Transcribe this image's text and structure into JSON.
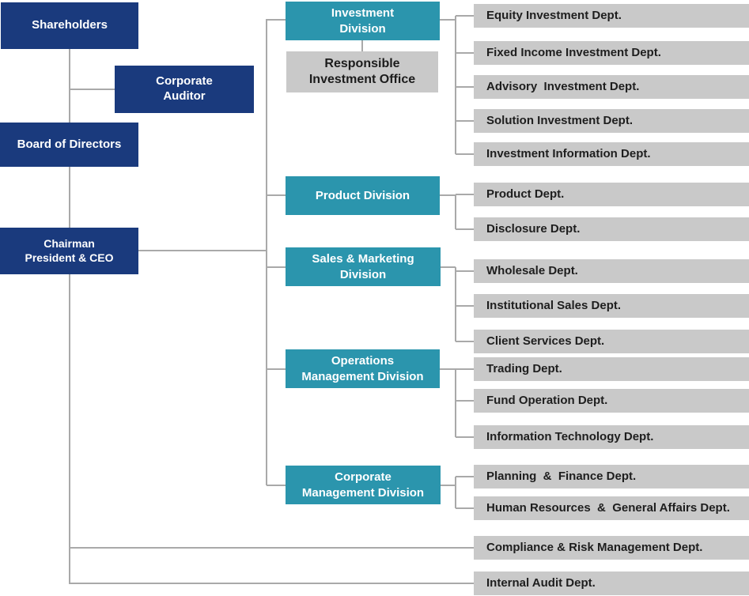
{
  "colors": {
    "navy": "#1a3a7d",
    "teal": "#2b95ad",
    "box_gray": "#c9c9c9",
    "line_gray": "#a9a9a9",
    "text_dark": "#1e1e1e",
    "text_white": "#ffffff"
  },
  "governance": {
    "shareholders": {
      "label": "Shareholders"
    },
    "corporate_auditor": {
      "label": "Corporate\nAuditor"
    },
    "board_of_directors": {
      "label": "Board of Directors"
    },
    "chairman_president_ceo": {
      "label": "Chairman\nPresident & CEO"
    }
  },
  "divisions": [
    {
      "name": "Investment Division",
      "label": "Investment\nDivision",
      "office": {
        "label": "Responsible\nInvestment Office"
      },
      "departments": [
        "Equity Investment Dept.",
        "Fixed Income Investment Dept.",
        "Advisory  Investment Dept.",
        "Solution Investment Dept.",
        "Investment Information Dept."
      ]
    },
    {
      "name": "Product Division",
      "label": "Product Division",
      "departments": [
        "Product Dept.",
        "Disclosure Dept."
      ]
    },
    {
      "name": "Sales & Marketing Division",
      "label": "Sales & Marketing\nDivision",
      "departments": [
        "Wholesale Dept.",
        "Institutional Sales Dept.",
        "Client Services Dept."
      ]
    },
    {
      "name": "Operations Management Division",
      "label": "Operations\nManagement Division",
      "departments": [
        "Trading Dept.",
        "Fund Operation Dept.",
        "Information Technology Dept."
      ]
    },
    {
      "name": "Corporate Management Division",
      "label": "Corporate\nManagement Division",
      "departments": [
        "Planning  &  Finance Dept.",
        "Human Resources  &  General Affairs Dept."
      ]
    }
  ],
  "direct_reports": [
    "Compliance & Risk Management Dept.",
    "Internal Audit Dept."
  ]
}
